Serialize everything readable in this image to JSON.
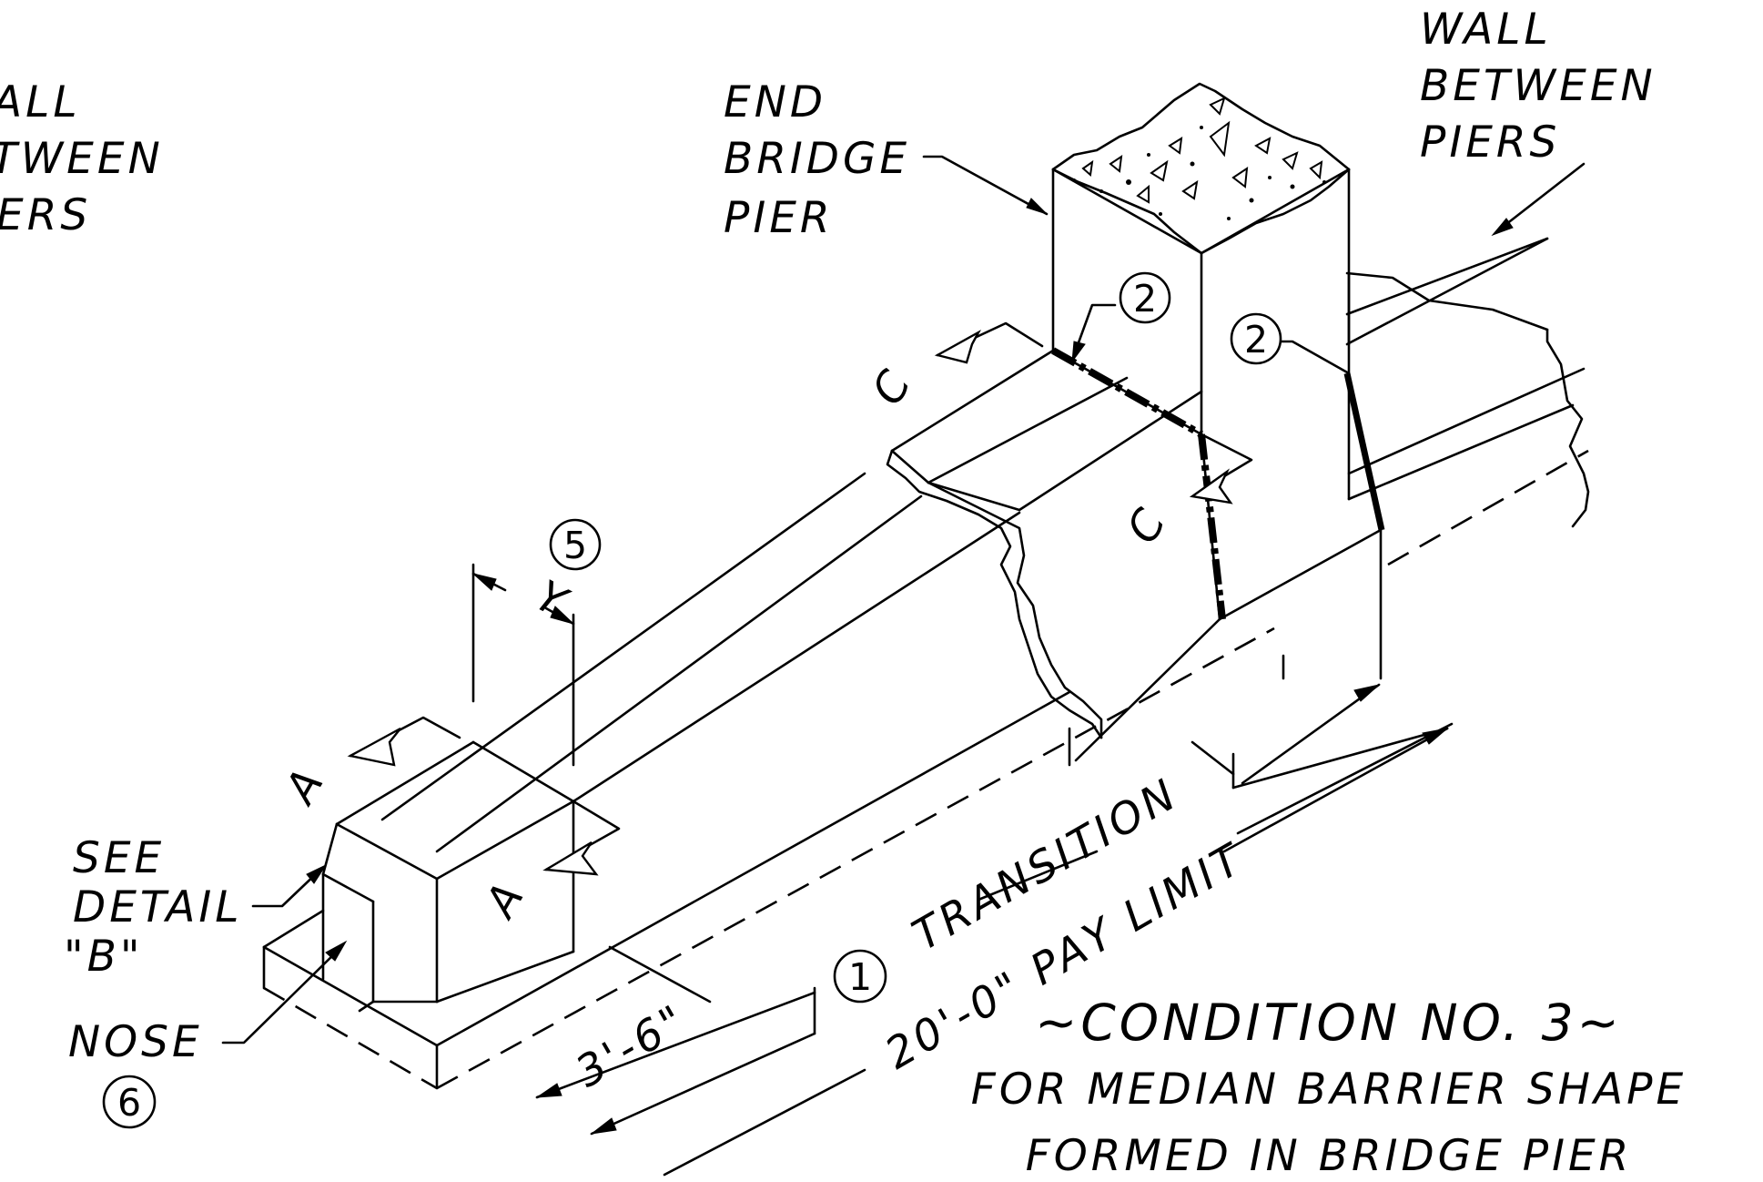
{
  "labels": {
    "wall_left": [
      "ALL",
      "TWEEN",
      "ERS"
    ],
    "end_bridge_pier": [
      "END",
      "BRIDGE",
      "PIER"
    ],
    "wall_right": [
      "WALL",
      "BETWEEN",
      "PIERS"
    ],
    "see_detail": [
      "SEE",
      "DETAIL",
      "\"B\""
    ],
    "nose": "NOSE"
  },
  "callouts": {
    "joint_pier": "2",
    "joint_wall": "2",
    "dim_y_note": "5",
    "transition": "1",
    "nose": "6"
  },
  "section_marks": {
    "a_left": "A",
    "a_right": "A",
    "c_top": "C",
    "c_right": "C"
  },
  "dimensions": {
    "y": "Y",
    "transition_text": "TRANSITION",
    "short": "3'-6\"",
    "pay_limit": "20'-0\" PAY LIMIT"
  },
  "caption": {
    "title": "~CONDITION NO. 3~",
    "line1": "FOR MEDIAN BARRIER SHAPE",
    "line2": "FORMED IN BRIDGE PIER"
  }
}
